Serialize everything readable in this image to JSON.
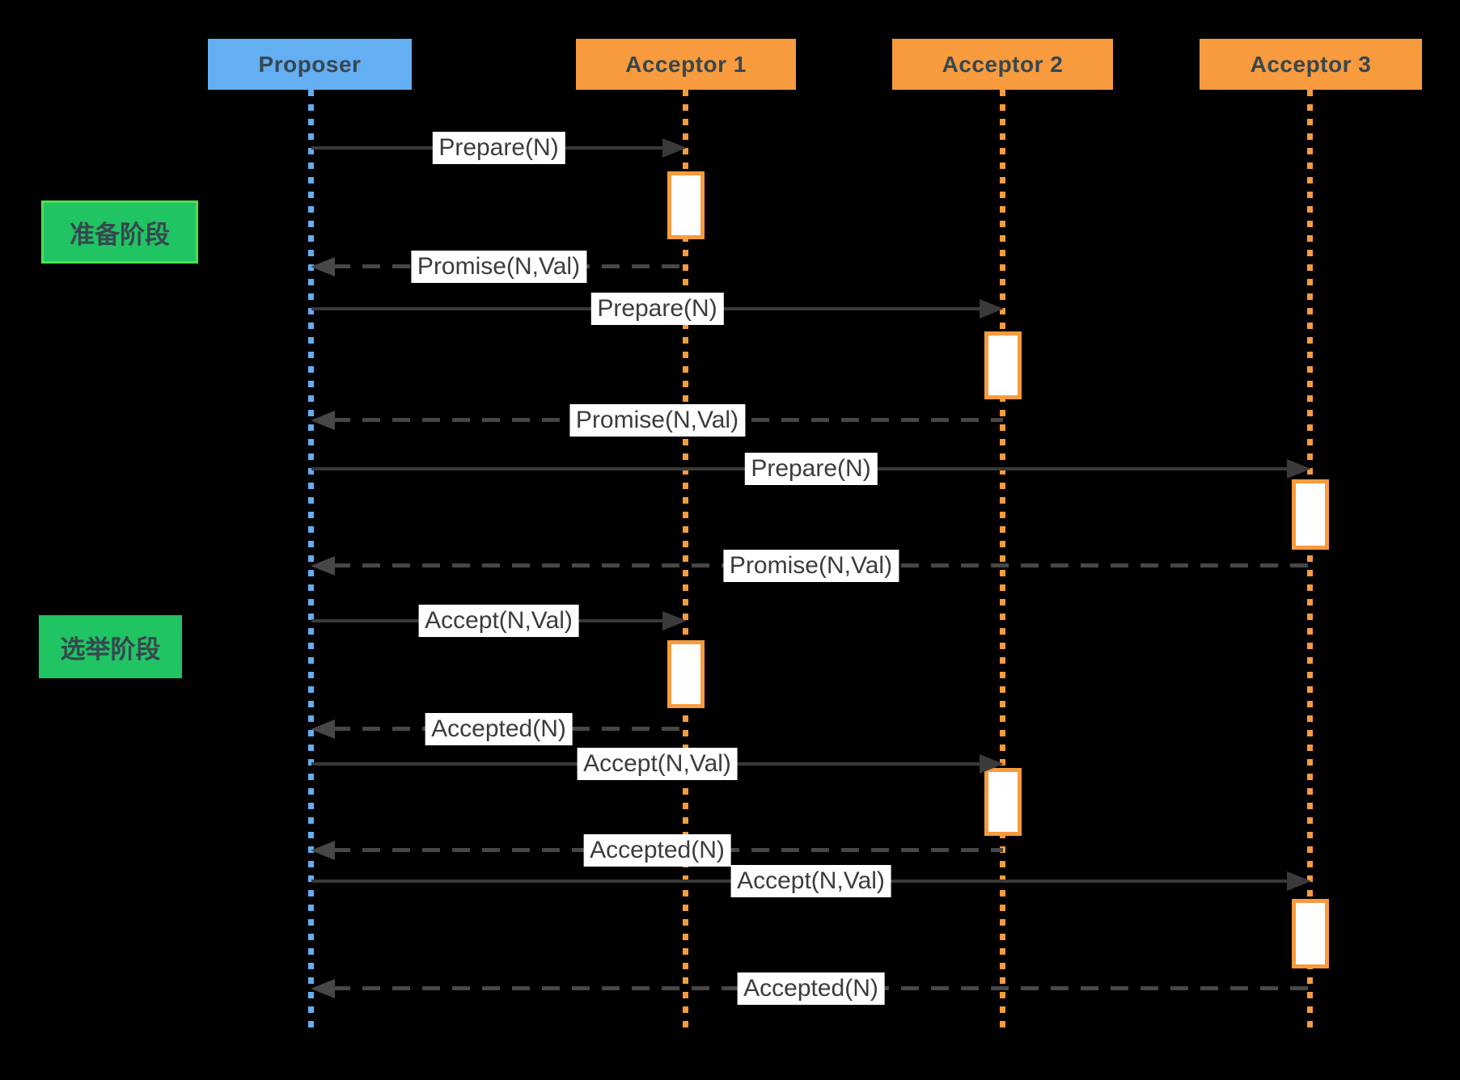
{
  "diagram_type": "sequence-diagram",
  "actors": [
    {
      "name": "Proposer",
      "color": "#64AEF2"
    },
    {
      "name": "Acceptor 1",
      "color": "#F79B3E"
    },
    {
      "name": "Acceptor 2",
      "color": "#F79B3E"
    },
    {
      "name": "Acceptor 3",
      "color": "#F79B3E"
    }
  ],
  "phases": [
    {
      "label": "准备阶段"
    },
    {
      "label": "选举阶段"
    }
  ],
  "messages": [
    {
      "label": "Prepare(N)",
      "from": "Proposer",
      "to": "Acceptor 1",
      "line": "solid"
    },
    {
      "label": "Promise(N,Val)",
      "from": "Acceptor 1",
      "to": "Proposer",
      "line": "dashed"
    },
    {
      "label": "Prepare(N)",
      "from": "Proposer",
      "to": "Acceptor 2",
      "line": "solid"
    },
    {
      "label": "Promise(N,Val)",
      "from": "Acceptor 2",
      "to": "Proposer",
      "line": "dashed"
    },
    {
      "label": "Prepare(N)",
      "from": "Proposer",
      "to": "Acceptor 3",
      "line": "solid"
    },
    {
      "label": "Promise(N,Val)",
      "from": "Acceptor 3",
      "to": "Proposer",
      "line": "dashed"
    },
    {
      "label": "Accept(N,Val)",
      "from": "Proposer",
      "to": "Acceptor 1",
      "line": "solid"
    },
    {
      "label": "Accepted(N)",
      "from": "Acceptor 1",
      "to": "Proposer",
      "line": "dashed"
    },
    {
      "label": "Accept(N,Val)",
      "from": "Proposer",
      "to": "Acceptor 2",
      "line": "solid"
    },
    {
      "label": "Accepted(N)",
      "from": "Acceptor 2",
      "to": "Proposer",
      "line": "dashed"
    },
    {
      "label": "Accept(N,Val)",
      "from": "Proposer",
      "to": "Acceptor 3",
      "line": "solid"
    },
    {
      "label": "Accepted(N)",
      "from": "Acceptor 3",
      "to": "Proposer",
      "line": "dashed"
    }
  ],
  "colors": {
    "background": "#000000",
    "proposer_blue": "#64AEF2",
    "acceptor_orange": "#F79B3E",
    "phase_green": "#21C462",
    "phase_border_green": "#4FE04F",
    "solid_arrow": "#3A3A3A",
    "dashed_arrow": "#474747",
    "message_label_bg": "#FFFFFF",
    "text_dark": "#37474F"
  }
}
